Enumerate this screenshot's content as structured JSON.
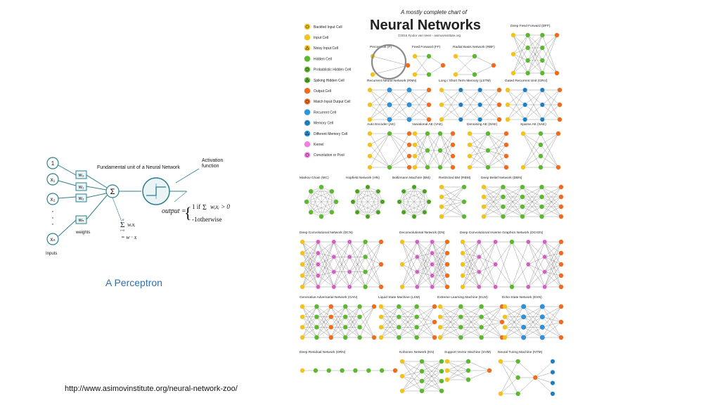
{
  "slide": {
    "caption": "A Perceptron",
    "url": "http://www.asimovinstitute.org/neural-network-zoo/"
  },
  "perceptron": {
    "title": "Fundamental unit of a Neural Network",
    "activation_label_1": "Activation",
    "activation_label_2": "function",
    "sum_symbol": "Σ",
    "weights_label": "weights",
    "inputs_label": "Inputs",
    "inputs": [
      "1",
      "x₁",
      "x₂",
      "xₙ"
    ],
    "weights": [
      "w₀",
      "w₁",
      "w₂",
      "wₙ"
    ],
    "ellipsis": "·",
    "output_label": "output =",
    "case_1": "1  if",
    "case_1_cond": "wᵢxᵢ > 0",
    "case_2": "-1otherwise",
    "sum_upper": "n",
    "sum_lower": "i=0",
    "sum_expr": "wᵢxᵢ",
    "dot_expr": "= w · x"
  },
  "zoo": {
    "title_small": "A mostly complete chart of",
    "title_large": "Neural Networks",
    "credit": "©2016 Fjodor van Veen - asimovinstitute.org",
    "legend": [
      {
        "label": "Backfed Input Cell",
        "color": "#f2c31b",
        "mark": "ring"
      },
      {
        "label": "Input Cell",
        "color": "#f2c31b",
        "mark": "none"
      },
      {
        "label": "Noisy Input Cell",
        "color": "#f2c31b",
        "mark": "triangle"
      },
      {
        "label": "Hidden Cell",
        "color": "#5cb82e",
        "mark": "none"
      },
      {
        "label": "Probablistic Hidden Cell",
        "color": "#5cb82e",
        "mark": "ring"
      },
      {
        "label": "Spiking Hidden Cell",
        "color": "#5cb82e",
        "mark": "triangle"
      },
      {
        "label": "Output Cell",
        "color": "#f26b1d",
        "mark": "none"
      },
      {
        "label": "Match Input Output Cell",
        "color": "#f26b1d",
        "mark": "ring"
      },
      {
        "label": "Recurrent Cell",
        "color": "#2a94e0",
        "mark": "none"
      },
      {
        "label": "Memory Cell",
        "color": "#2a94e0",
        "mark": "ring"
      },
      {
        "label": "Different Memory Cell",
        "color": "#2a94e0",
        "mark": "triangle"
      },
      {
        "label": "Kernel",
        "color": "#f07fe0",
        "mark": "none"
      },
      {
        "label": "Convolution or Pool",
        "color": "#f07fe0",
        "mark": "ring"
      }
    ],
    "networks": [
      {
        "label": "Perceptron (P)",
        "cols": [
          [
            2,
            "in"
          ],
          [
            1,
            "out"
          ]
        ]
      },
      {
        "label": "Feed Forward (FF)",
        "cols": [
          [
            2,
            "in"
          ],
          [
            2,
            "hid"
          ],
          [
            1,
            "out"
          ]
        ]
      },
      {
        "label": "Radial Basis Network (RBF)",
        "cols": [
          [
            2,
            "in"
          ],
          [
            2,
            "hid"
          ],
          [
            1,
            "out"
          ]
        ]
      },
      {
        "label": "Deep Feed Forward (DFF)",
        "cols": [
          [
            3,
            "in"
          ],
          [
            4,
            "hid"
          ],
          [
            4,
            "hid"
          ],
          [
            2,
            "out"
          ]
        ]
      },
      {
        "label": "Recurrent Neural Network (RNN)",
        "cols": [
          [
            3,
            "in"
          ],
          [
            3,
            "rec"
          ],
          [
            3,
            "rec"
          ],
          [
            3,
            "out"
          ]
        ]
      },
      {
        "label": "Long / Short Term Memory (LSTM)",
        "cols": [
          [
            3,
            "in"
          ],
          [
            3,
            "mem"
          ],
          [
            3,
            "mem"
          ],
          [
            3,
            "out"
          ]
        ]
      },
      {
        "label": "Gated Recurrent Unit (GRU)",
        "cols": [
          [
            3,
            "in"
          ],
          [
            3,
            "mem"
          ],
          [
            3,
            "mem"
          ],
          [
            3,
            "out"
          ]
        ]
      },
      {
        "label": "Auto Encoder (AE)",
        "cols": [
          [
            4,
            "in"
          ],
          [
            2,
            "hid"
          ],
          [
            4,
            "out"
          ]
        ]
      },
      {
        "label": "Variational AE (VAE)",
        "cols": [
          [
            4,
            "in"
          ],
          [
            3,
            "hid"
          ],
          [
            3,
            "hid"
          ],
          [
            4,
            "out"
          ]
        ]
      },
      {
        "label": "Denoising AE (DAE)",
        "cols": [
          [
            4,
            "in"
          ],
          [
            3,
            "hid"
          ],
          [
            4,
            "out"
          ]
        ]
      },
      {
        "label": "Sparse AE (SAE)",
        "cols": [
          [
            2,
            "in"
          ],
          [
            4,
            "hid"
          ],
          [
            2,
            "out"
          ]
        ]
      },
      {
        "label": "Markov Chain (MC)",
        "cols": [
          [
            8,
            "ring"
          ]
        ]
      },
      {
        "label": "Hopfield Network (HN)",
        "cols": [
          [
            8,
            "ring"
          ]
        ]
      },
      {
        "label": "Boltzmann Machine (BM)",
        "cols": [
          [
            8,
            "ring"
          ]
        ]
      },
      {
        "label": "Restricted BM (RBM)",
        "cols": [
          [
            4,
            "in"
          ],
          [
            3,
            "hid"
          ]
        ]
      },
      {
        "label": "Deep Belief Network (DBN)",
        "cols": [
          [
            4,
            "in"
          ],
          [
            4,
            "hid"
          ],
          [
            4,
            "hid"
          ],
          [
            4,
            "hid"
          ],
          [
            4,
            "out"
          ]
        ]
      },
      {
        "label": "Deep Convolutional Network (DCN)",
        "cols": [
          [
            5,
            "in"
          ],
          [
            5,
            "ker"
          ],
          [
            4,
            "ker"
          ],
          [
            4,
            "ker"
          ],
          [
            4,
            "hid"
          ],
          [
            3,
            "out"
          ]
        ]
      },
      {
        "label": "Deconvolutional Network (DN)",
        "cols": [
          [
            3,
            "in"
          ],
          [
            4,
            "ker"
          ],
          [
            5,
            "ker"
          ],
          [
            5,
            "out"
          ]
        ]
      },
      {
        "label": "Deep Convolutional Inverse Graphics Network (DCIGN)",
        "cols": [
          [
            5,
            "in"
          ],
          [
            4,
            "ker"
          ],
          [
            3,
            "ker"
          ],
          [
            2,
            "hid"
          ],
          [
            3,
            "ker"
          ],
          [
            4,
            "ker"
          ],
          [
            5,
            "out"
          ]
        ]
      },
      {
        "label": "Generative Adversarial Network (GAN)",
        "cols": [
          [
            4,
            "in"
          ],
          [
            4,
            "hid"
          ],
          [
            4,
            "out"
          ],
          [
            4,
            "hid"
          ],
          [
            4,
            "hid"
          ],
          [
            2,
            "out"
          ]
        ]
      },
      {
        "label": "Liquid State Machine (LSM)",
        "cols": [
          [
            4,
            "in"
          ],
          [
            4,
            "hid"
          ],
          [
            4,
            "hid"
          ],
          [
            3,
            "out"
          ]
        ]
      },
      {
        "label": "Extreme Learning Machine (ELM)",
        "cols": [
          [
            4,
            "in"
          ],
          [
            4,
            "hid"
          ],
          [
            4,
            "hid"
          ],
          [
            3,
            "out"
          ]
        ]
      },
      {
        "label": "Echo State Network (ESN)",
        "cols": [
          [
            4,
            "in"
          ],
          [
            4,
            "rec"
          ],
          [
            4,
            "rec"
          ],
          [
            3,
            "out"
          ]
        ]
      },
      {
        "label": "Deep Residual Network (DRN)",
        "cols": [
          [
            1,
            "in"
          ],
          [
            1,
            "hid"
          ],
          [
            1,
            "hid"
          ],
          [
            1,
            "hid"
          ],
          [
            1,
            "hid"
          ],
          [
            1,
            "hid"
          ],
          [
            1,
            "hid"
          ],
          [
            1,
            "out"
          ]
        ]
      },
      {
        "label": "Kohonen Network (KN)",
        "cols": [
          [
            3,
            "in"
          ],
          [
            4,
            "hid"
          ],
          [
            4,
            "hid"
          ]
        ]
      },
      {
        "label": "Support Vector Machine (SVM)",
        "cols": [
          [
            3,
            "in"
          ],
          [
            3,
            "hid"
          ],
          [
            1,
            "out"
          ]
        ]
      },
      {
        "label": "Neural Turing Machine (NTM)",
        "cols": [
          [
            2,
            "in"
          ],
          [
            3,
            "hid"
          ],
          [
            1,
            "out"
          ],
          [
            4,
            "mem"
          ]
        ]
      }
    ],
    "kind_colors": {
      "in": "#f2c31b",
      "hid": "#5cb82e",
      "out": "#f26b1d",
      "rec": "#2a94e0",
      "mem": "#2a94e0",
      "ker": "#f07fe0",
      "ring": "#5cb82e"
    },
    "highlight_color": "#8a8a8a"
  }
}
